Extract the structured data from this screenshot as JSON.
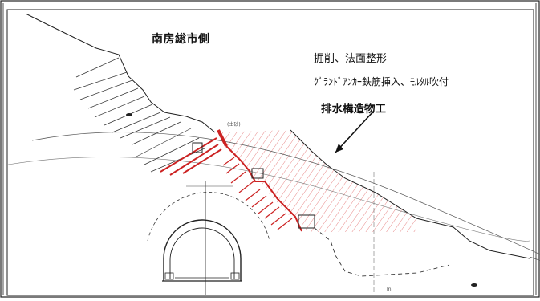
{
  "title": "南房総市側",
  "annotations": [
    "掘削、法面整形",
    "ｸﾞﾗﾝﾄﾞｱﾝｶｰ鉄筋挿入、ﾓﾙﾀﾙ吹付",
    "排水構造物工"
  ],
  "small_labels": {
    "tunnel_label": "(土砂)",
    "section_mark": "In"
  },
  "colors": {
    "anchor_red": "#cc2222",
    "hatch_red": "#e88a8a",
    "line_black": "#222222"
  }
}
